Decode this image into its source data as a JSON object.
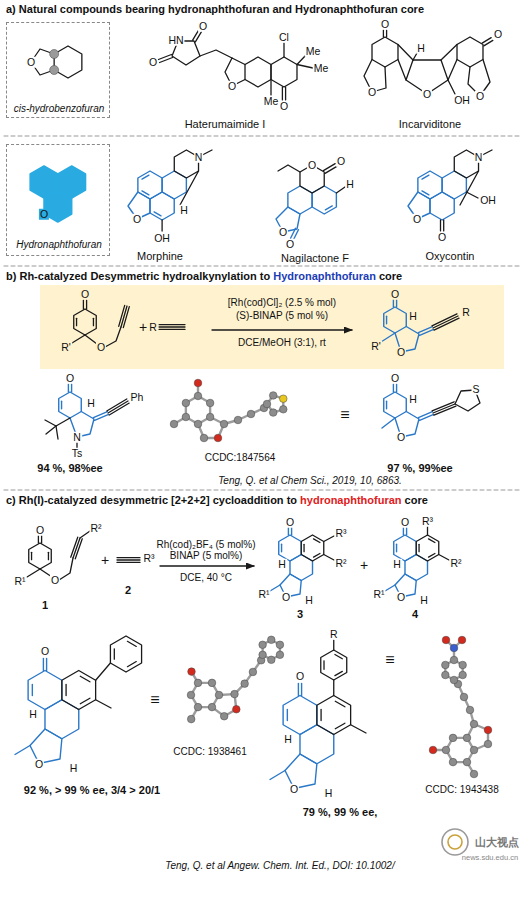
{
  "diagram": {
    "nodes": [
      {
        "text": [
          "cis-hydrobenzofuran"
        ]
      },
      {
        "text": [
          "Hydronaphthofuran"
        ]
      },
      {
        "text": [
          "[Rh(cod)Cl]₂ (2.5 % mol)",
          "(S)-BINAP (5 mol %)",
          "DCE/MeOH (3:1), rt"
        ]
      }
    ],
    "labels": [
      "a) Natural compounds bearing hydronaphthofuran and Hydronaphthofuran core",
      "Haterumaimide I",
      "Incarviditone",
      "O",
      "Cl",
      "Me",
      "Me",
      "O",
      "Me",
      "O",
      "O",
      "O",
      "HN",
      "O",
      "O",
      "H",
      "OH",
      "O",
      "O",
      "O",
      "Morphine",
      "Nagilactone F",
      "Oxycontin",
      "O",
      "O",
      "OH",
      "N",
      "H",
      "O",
      "O",
      "O",
      "O",
      "H",
      "O",
      "O",
      "OH",
      "N",
      "b) Rh-catalyzed Desymmetric hydroalkynylation to Hydronaphthofuran core",
      "O",
      "R'",
      "O",
      "+",
      "R",
      "O",
      "R'",
      "O",
      "H",
      "R",
      "O",
      "Ph",
      "H",
      "N",
      "Ts",
      "94 %, 98%ee",
      "CCDC:1847564",
      "≡",
      "O",
      "O",
      "S",
      "H",
      "97 %, 99%ee",
      "Teng, Q. et al Chem Sci., 2019, 10, 6863.",
      "c) Rh(I)-catalyzed desymmetric [2+2+2] cycloaddition to hydronaphthofuran core",
      "O",
      "R¹",
      "O",
      "R²",
      "1",
      "+",
      "R³",
      "2",
      "Rh(cod)₂BF₄ (5 mol%)",
      "BINAP (5 mol%)",
      "DCE, 40 °C",
      "O",
      "H",
      "O",
      "R¹",
      "R³",
      "R²",
      "H",
      "3",
      "+",
      "O",
      "H",
      "O",
      "R¹",
      "R³",
      "R²",
      "H",
      "4",
      "O",
      "H",
      "O",
      "H",
      "≡",
      "CCDC: 1938461",
      "92 %, > 99 % ee, 3/4 > 20/1",
      "O",
      "H",
      "O",
      "H",
      "R",
      "≡",
      "CCDC: 1943438",
      "79 %, 99 % ee,",
      "Teng, Q. et al Angew. Chem. Int. Ed., DOI: 10.1002/",
      "山大视点",
      "news.sdu.edu.cn"
    ]
  }
}
